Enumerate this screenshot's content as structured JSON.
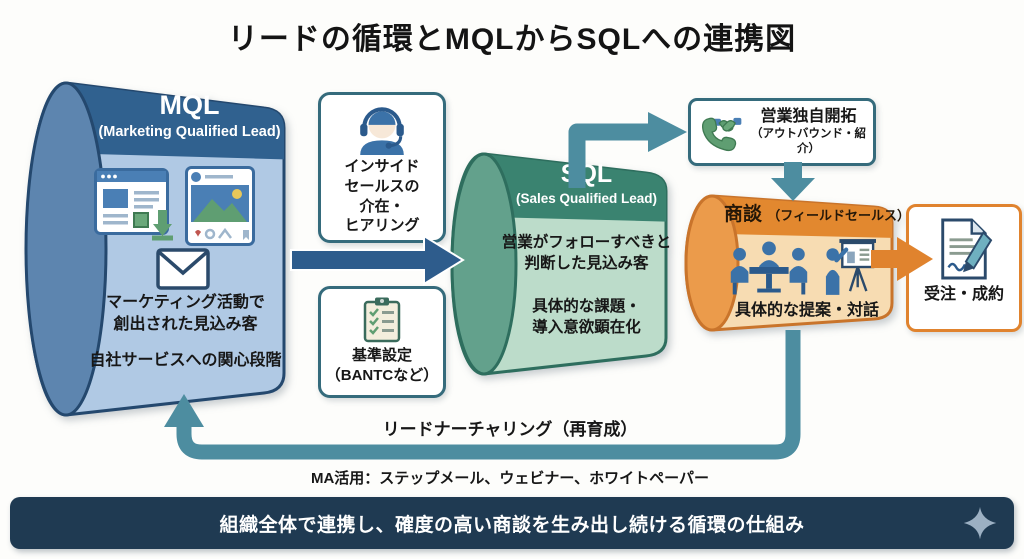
{
  "title": "リードの循環とMQLからSQLへの連携図",
  "mql": {
    "title": "MQL",
    "subtitle": "(Marketing Qualified Lead)",
    "desc1": "マーケティング活動で\n創出された見込み客",
    "desc2": "自社サービスへの関心段階",
    "icons": [
      "webpage-download-icon",
      "social-post-icon",
      "email-icon"
    ]
  },
  "inside_sales_box": {
    "label": "インサイド\nセールスの\n介在・\nヒアリング",
    "icon": "headset-agent-icon"
  },
  "criteria_box": {
    "label": "基準設定\n（BANTCなど）",
    "icon": "checklist-clipboard-icon"
  },
  "sql": {
    "title": "SQL",
    "subtitle": "(Sales Qualified Lead)",
    "desc1": "営業がフォローすべきと\n判断した見込み客",
    "desc2": "具体的な課題・\n導入意欲顕在化"
  },
  "outbound_box": {
    "title": "営業独自開拓",
    "subtitle": "（アウトバウンド・紹介）",
    "icon": "handshake-phone-icon"
  },
  "meeting": {
    "title": "商談",
    "subtitle": "（フィールドセールス）",
    "desc": "具体的な提案・対話",
    "icons": [
      "meeting-table-icon",
      "presentation-icon"
    ]
  },
  "order_box": {
    "label": "受注・成約",
    "icon": "contract-signing-icon"
  },
  "nurturing": {
    "label": "リードナーチャリング（再育成）",
    "ma_note": "MA活用：ステップメール、ウェビナー、ホワイトペーパー"
  },
  "footer": {
    "label": "組織全体で連携し、確度の高い商談を生み出し続ける循環の仕組み",
    "icon": "sparkle-icon"
  },
  "colors": {
    "mql_header": "#30618f",
    "mql_body": "#b0c9e4",
    "mql_cap": "#5d85af",
    "sql_header": "#3a8370",
    "sql_body": "#bcdcca",
    "sql_cap": "#63a18c",
    "deal_header": "#e2882f",
    "deal_body": "#f7dcb2",
    "deal_cap": "#eb9b4b",
    "arrow_blue": "#2e5c8c",
    "arrow_teal": "#4d8da0",
    "arrow_orange": "#e0832e",
    "box_border_teal": "#356b7c",
    "box_border_orange": "#e0832e",
    "footer_bg": "#1f3a52",
    "sparkle": "#9cb0c3"
  }
}
